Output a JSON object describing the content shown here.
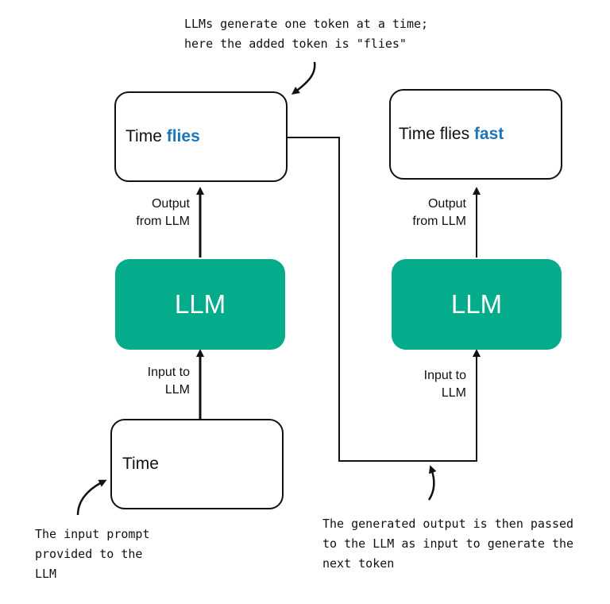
{
  "colors": {
    "llm_fill": "#04ac8c",
    "highlight": "#1a76b8",
    "stroke": "#111111"
  },
  "boxes": {
    "top_left": {
      "prefix": "Time ",
      "highlight": "flies"
    },
    "top_right": {
      "prefix": "Time flies ",
      "highlight": "fast"
    },
    "bottom": {
      "text": "Time"
    }
  },
  "llm": {
    "left": "LLM",
    "right": "LLM"
  },
  "labels": {
    "output_left": [
      "Output",
      "from LLM"
    ],
    "output_right": [
      "Output",
      "from LLM"
    ],
    "input_left": [
      "Input to",
      "LLM"
    ],
    "input_right": [
      "Input to",
      "LLM"
    ]
  },
  "notes": {
    "top": [
      "LLMs generate one token at a time;",
      "here the added token is \"flies\""
    ],
    "bottom_left": [
      "The input prompt",
      "provided to the",
      "LLM"
    ],
    "bottom_right": [
      "The generated output is then passed",
      "to the LLM as input to generate the",
      "next token"
    ]
  }
}
